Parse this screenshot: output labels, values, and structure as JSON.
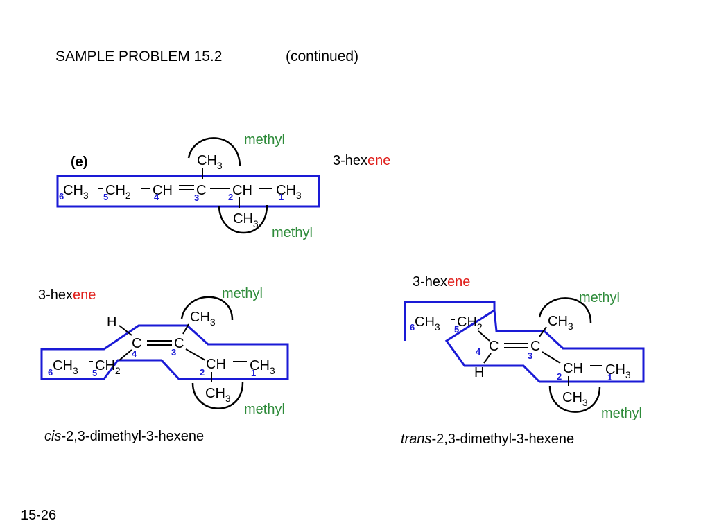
{
  "slide": {
    "title": "SAMPLE PROBLEM 15.2",
    "subtitle": "(continued)",
    "page_number": "15-26"
  },
  "part_e": {
    "label": "(e)",
    "parent_prefix": "3-hex",
    "parent_suffix": "ene",
    "methyl_top": "methyl",
    "methyl_bottom": "methyl",
    "chain": {
      "c6": "CH",
      "c5": "CH",
      "c4": "CH",
      "c3": "C",
      "c2": "CH",
      "c1": "CH",
      "sub_top": "CH",
      "sub_bottom": "CH",
      "subscript3": "3",
      "subscript2": "2"
    },
    "numbers": [
      "6",
      "5",
      "4",
      "3",
      "2",
      "1"
    ]
  },
  "cis": {
    "parent_prefix": "3-hex",
    "parent_suffix": "ene",
    "methyl_top": "methyl",
    "methyl_bottom": "methyl",
    "h": "H",
    "c": "C",
    "ch": "CH",
    "numbers": [
      "6",
      "5",
      "4",
      "3",
      "2",
      "1"
    ],
    "name_prefix": "cis",
    "name_rest": "-2,3-dimethyl-3-hexene"
  },
  "trans": {
    "parent_prefix": "3-hex",
    "parent_suffix": "ene",
    "methyl_top": "methyl",
    "methyl_bottom": "methyl",
    "h": "H",
    "c": "C",
    "ch": "CH",
    "numbers": [
      "6",
      "5",
      "4",
      "3",
      "2",
      "1"
    ],
    "name_prefix": "trans",
    "name_rest": "-2,3-dimethyl-3-hexene"
  },
  "colors": {
    "outline": "#1a1ad6",
    "methyl": "#2e8b3a",
    "ene": "#e0201c"
  }
}
